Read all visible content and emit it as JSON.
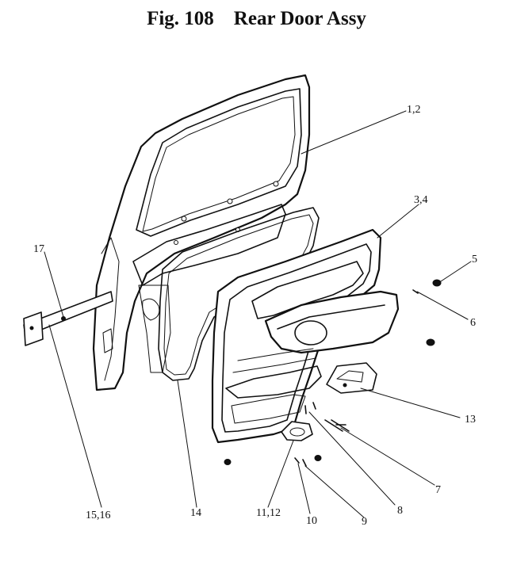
{
  "figure": {
    "title": "Fig. 108    Rear Door Assy"
  },
  "callouts": {
    "c1": "1,2",
    "c2": "3,4",
    "c3": "5",
    "c4": "6",
    "c5": "17",
    "c6": "13",
    "c7": "7",
    "c8": "8",
    "c9": "9",
    "c10": "10",
    "c11": "11,12",
    "c12": "14",
    "c13": "15,16"
  }
}
